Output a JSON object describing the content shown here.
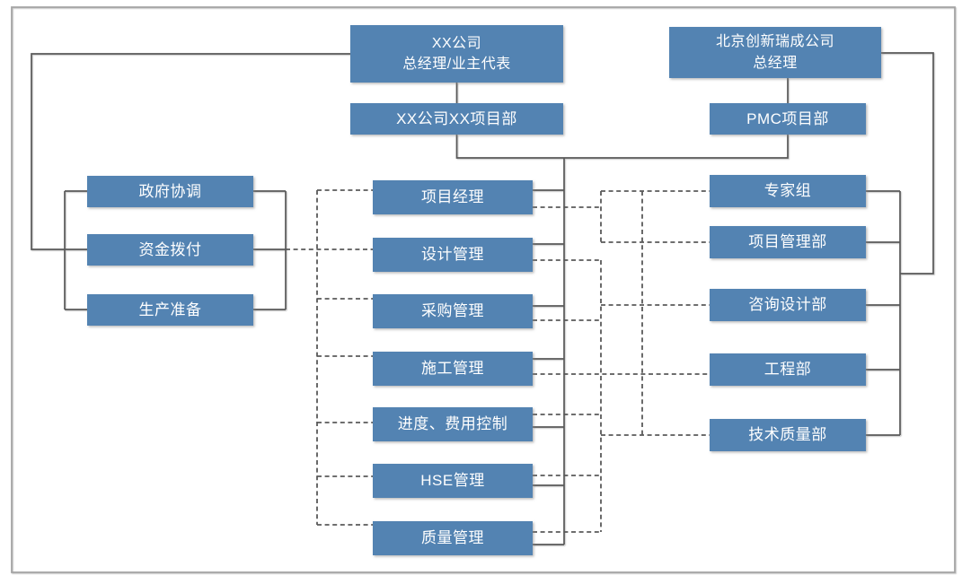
{
  "figure": {
    "type": "org-chart",
    "colors": {
      "node_fill": "#5383B2",
      "node_text": "#FFFFFF",
      "connector": "#595959",
      "frame": "#A5A5A5"
    },
    "nodes": {
      "owner_gm": "XX公司\n总经理/业主代表",
      "owner_dept": "XX公司XX项目部",
      "pmc_gm": "北京创新瑞成公司\n总经理",
      "pmc_dept": "PMC项目部",
      "gov": "政府协调",
      "fund": "资金拨付",
      "prod": "生产准备",
      "pm": "项目经理",
      "design": "设计管理",
      "procure": "采购管理",
      "construct": "施工管理",
      "schedule": "进度、费用控制",
      "hse": "HSE管理",
      "quality": "质量管理",
      "expert": "专家组",
      "pm_dept": "项目管理部",
      "consult": "咨询设计部",
      "eng": "工程部",
      "tech_quality": "技术质量部"
    }
  }
}
